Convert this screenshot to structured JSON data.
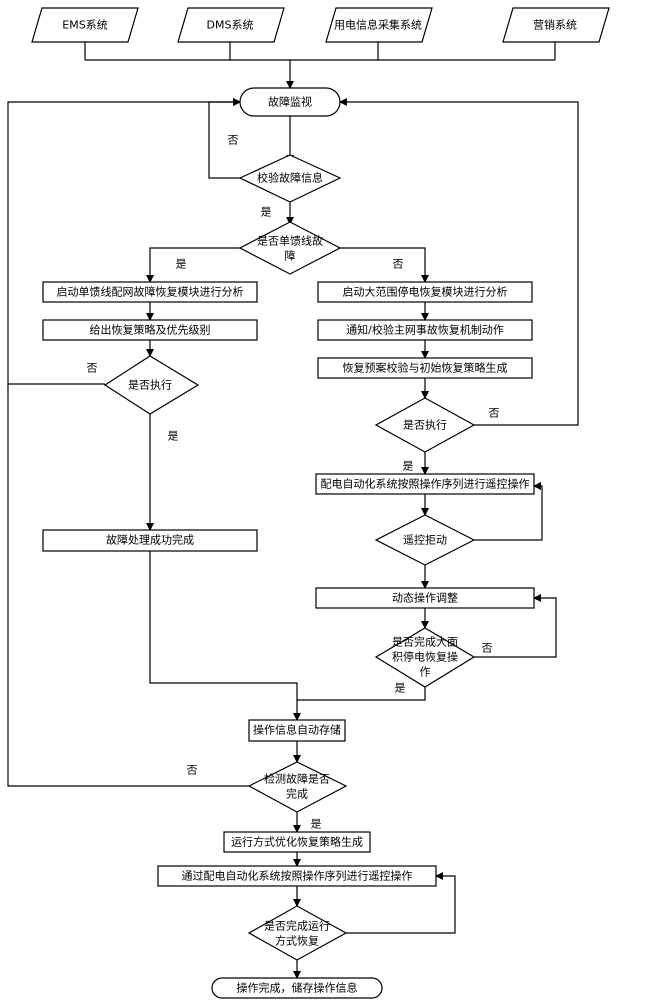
{
  "sources": {
    "ems": "EMS系统",
    "dms": "DMS系统",
    "collect": "用电信息采集系统",
    "marketing": "营销系统"
  },
  "nodes": {
    "monitor": "故障监视",
    "verify_line1": "校验故障信息",
    "single_line1": "是否单馈线故",
    "single_line2": "障",
    "left_start": "启动单馈线配网故障恢复模块进行分析",
    "left_strategy": "给出恢复策略及优先级别",
    "left_exec": "是否执行",
    "left_done": "故障处理成功完成",
    "right_start": "启动大范围停电恢复模块进行分析",
    "right_notify": "通知/校验主网事故恢复机制动作",
    "right_plan": "恢复预案校验与初始恢复策略生成",
    "right_exec": "是否执行",
    "right_remote": "配电自动化系统按照操作序列进行遥控操作",
    "right_reject": "遥控拒动",
    "right_adjust": "动态操作调整",
    "right_complete1": "是否完成大面",
    "right_complete2": "积停电恢复操",
    "right_complete3": "作",
    "store": "操作信息自动存储",
    "detect1": "检测故障是否",
    "detect2": "完成",
    "optimize": "运行方式优化恢复策略生成",
    "remote2": "通过配电自动化系统按照操作序列进行遥控操作",
    "mode1": "是否完成运行",
    "mode2": "方式恢复",
    "end": "操作完成，储存操作信息"
  },
  "labels": {
    "no_verify": "否",
    "yes_verify": "是",
    "yes_single": "是",
    "no_single": "否",
    "no_left_exec": "否",
    "yes_left_exec": "是",
    "no_right_exec": "否",
    "yes_right_exec": "是",
    "no_complete": "否",
    "yes_complete": "是",
    "no_detect": "否",
    "yes_detect": "是"
  }
}
